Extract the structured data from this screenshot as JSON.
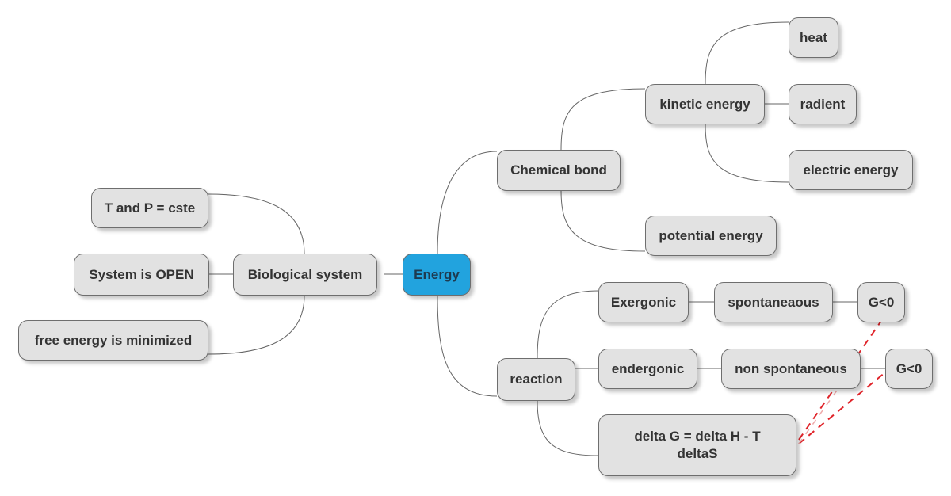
{
  "colors": {
    "root_fill": "#22a3de",
    "node_fill": "#e2e2e2",
    "border": "#6e6e6e",
    "edge": "#666666",
    "dashed_link": "#e0242a"
  },
  "nodes": {
    "energy": "Energy",
    "biological_system": "Biological system",
    "t_and_p": "T and P = cste",
    "system_open": "System is OPEN",
    "free_energy": "free energy is minimized",
    "chemical_bond": "Chemical bond",
    "kinetic_energy": "kinetic energy",
    "heat": "heat",
    "radient": "radient",
    "electric_energy": "electric energy",
    "potential_energy": "potential energy",
    "reaction": "reaction",
    "exergonic": "Exergonic",
    "spontaneaous": "spontaneaous",
    "g_less_0_a": "G<0",
    "endergonic": "endergonic",
    "non_spontaneous": "non spontaneous",
    "g_less_0_b": "G<0",
    "delta_g": "delta G = delta H - T deltaS"
  }
}
